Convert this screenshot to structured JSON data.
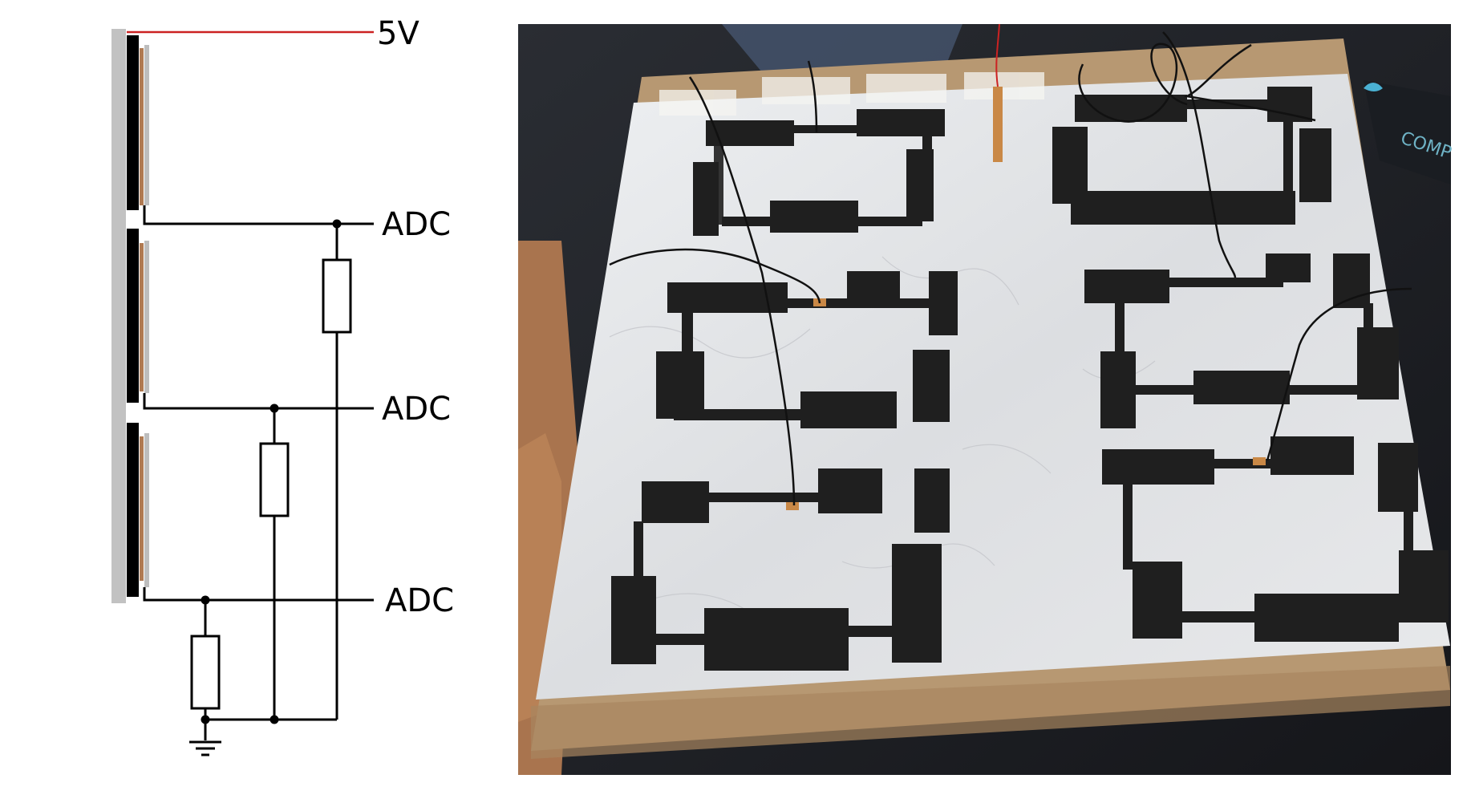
{
  "schematic": {
    "supply_label": "5V",
    "adc_labels": [
      "ADC",
      "ADC",
      "ADC"
    ]
  },
  "photo": {
    "sticker_text": "COMP",
    "colors": {
      "cardboard": "#b79872",
      "foil": "#e3e4e6",
      "tape": "#222222",
      "wire": "#111111",
      "supply_wire": "#cc2222",
      "copper": "#c98846"
    }
  }
}
